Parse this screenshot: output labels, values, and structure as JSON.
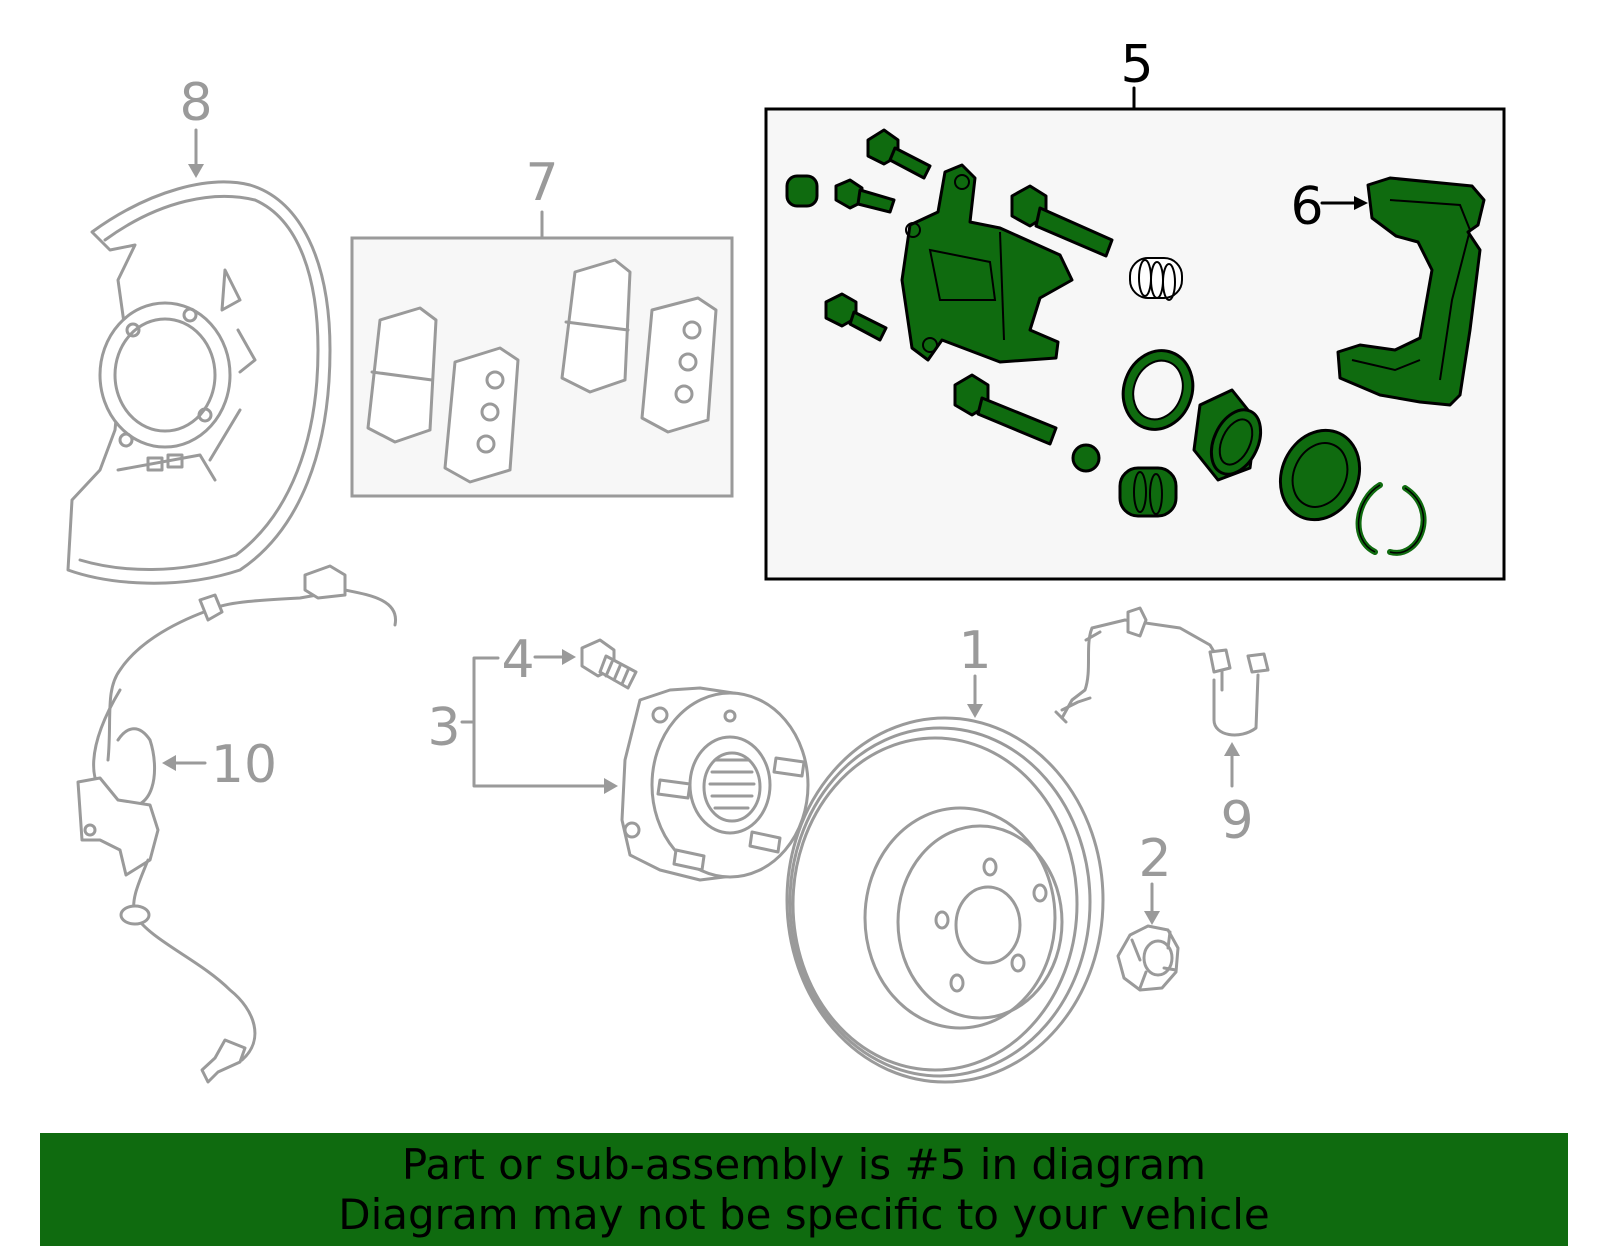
{
  "callouts": {
    "c1": "1",
    "c2": "2",
    "c3": "3",
    "c4": "4",
    "c5": "5",
    "c6": "6",
    "c7": "7",
    "c8": "8",
    "c9": "9",
    "c10": "10"
  },
  "banner": {
    "line1": "Part or sub-assembly is #5 in diagram",
    "line2": "Diagram may not be specific to your vehicle"
  },
  "colors": {
    "highlight_green": "#0f6b0f",
    "callout_grey": "#9a9a9a",
    "box_background": "#f7f7f7"
  }
}
